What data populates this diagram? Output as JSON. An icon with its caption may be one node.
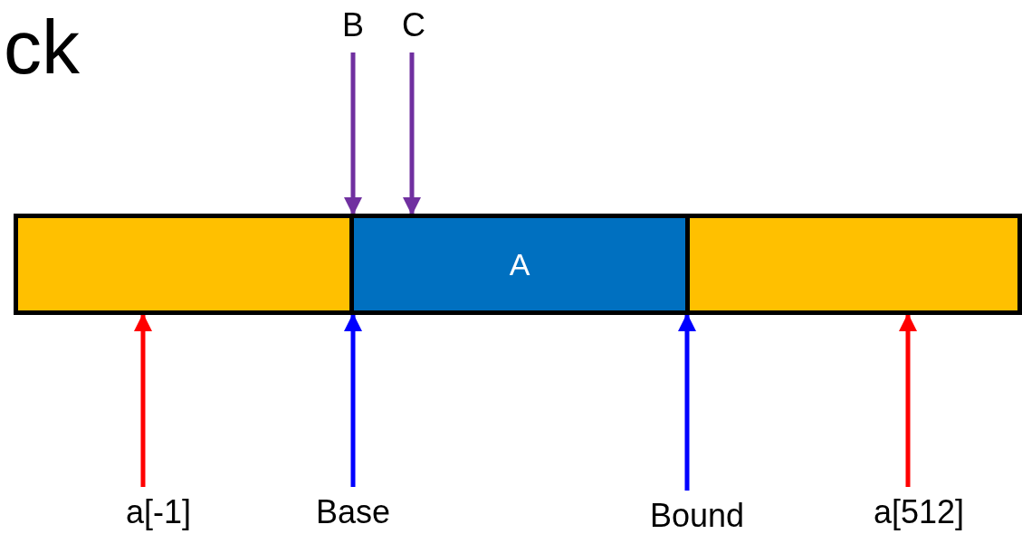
{
  "diagram": {
    "nodes": [
      {
        "text": [],
        "shape": "box"
      },
      {
        "text": [
          "A"
        ]
      },
      {
        "text": [],
        "shape": "box"
      },
      {
        "text": [
          "B"
        ]
      },
      {
        "text": [
          "C"
        ]
      },
      {
        "text": [
          "a[-1]"
        ]
      },
      {
        "text": [
          "Base"
        ]
      },
      {
        "text": [
          "Bound"
        ]
      },
      {
        "text": [
          "a[512]"
        ]
      }
    ],
    "edges": [
      {
        "from": 3,
        "to": 1,
        "arrow": "to",
        "color": "#7030a0"
      },
      {
        "from": 4,
        "to": 1,
        "arrow": "to",
        "color": "#7030a0"
      },
      {
        "from": 5,
        "to": 0,
        "arrow": "to",
        "color": "#ff0000"
      },
      {
        "from": 6,
        "to": 1,
        "arrow": "to",
        "color": "#0000ff"
      },
      {
        "from": 7,
        "to": 1,
        "arrow": "to",
        "color": "#0000ff"
      },
      {
        "from": 8,
        "to": 2,
        "arrow": "to",
        "color": "#ff0000"
      }
    ],
    "labels": [
      "ck"
    ]
  }
}
